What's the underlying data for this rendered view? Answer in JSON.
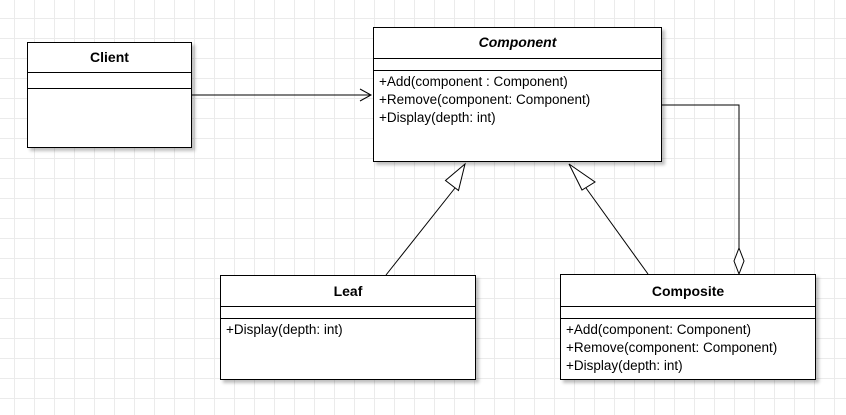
{
  "diagram": {
    "classes": {
      "client": {
        "name": "Client",
        "operations": []
      },
      "component": {
        "name": "Component",
        "abstract": true,
        "operations": [
          "+Add(component : Component)",
          "+Remove(component: Component)",
          "+Display(depth: int)"
        ]
      },
      "leaf": {
        "name": "Leaf",
        "operations": [
          "+Display(depth: int)"
        ]
      },
      "composite": {
        "name": "Composite",
        "operations": [
          "+Add(component: Component)",
          "+Remove(component: Component)",
          "+Display(depth: int)"
        ]
      }
    },
    "relations": [
      {
        "type": "association",
        "from": "Client",
        "to": "Component",
        "arrow": "open"
      },
      {
        "type": "generalization",
        "from": "Leaf",
        "to": "Component"
      },
      {
        "type": "generalization",
        "from": "Composite",
        "to": "Component"
      },
      {
        "type": "aggregation",
        "from": "Composite",
        "to": "Component"
      }
    ]
  }
}
